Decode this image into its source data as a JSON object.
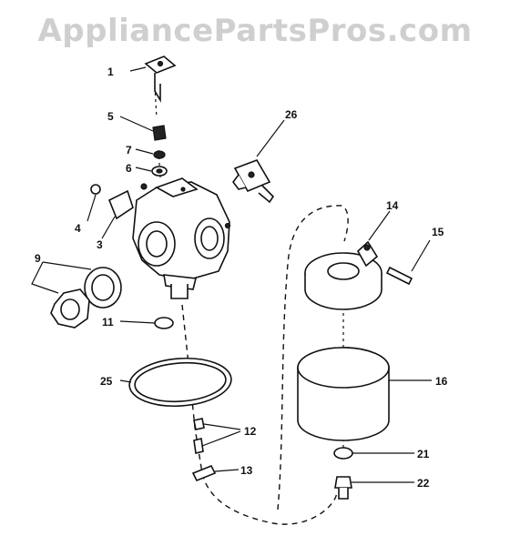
{
  "watermark": "AppliancePartsPros.com",
  "callouts": {
    "p1": "1",
    "p5": "5",
    "p7": "7",
    "p6": "6",
    "p26": "26",
    "p4": "4",
    "p3": "3",
    "p9": "9",
    "p11": "11",
    "p25": "25",
    "p12": "12",
    "p13": "13",
    "p14": "14",
    "p15": "15",
    "p16": "16",
    "p21": "21",
    "p22": "22"
  }
}
